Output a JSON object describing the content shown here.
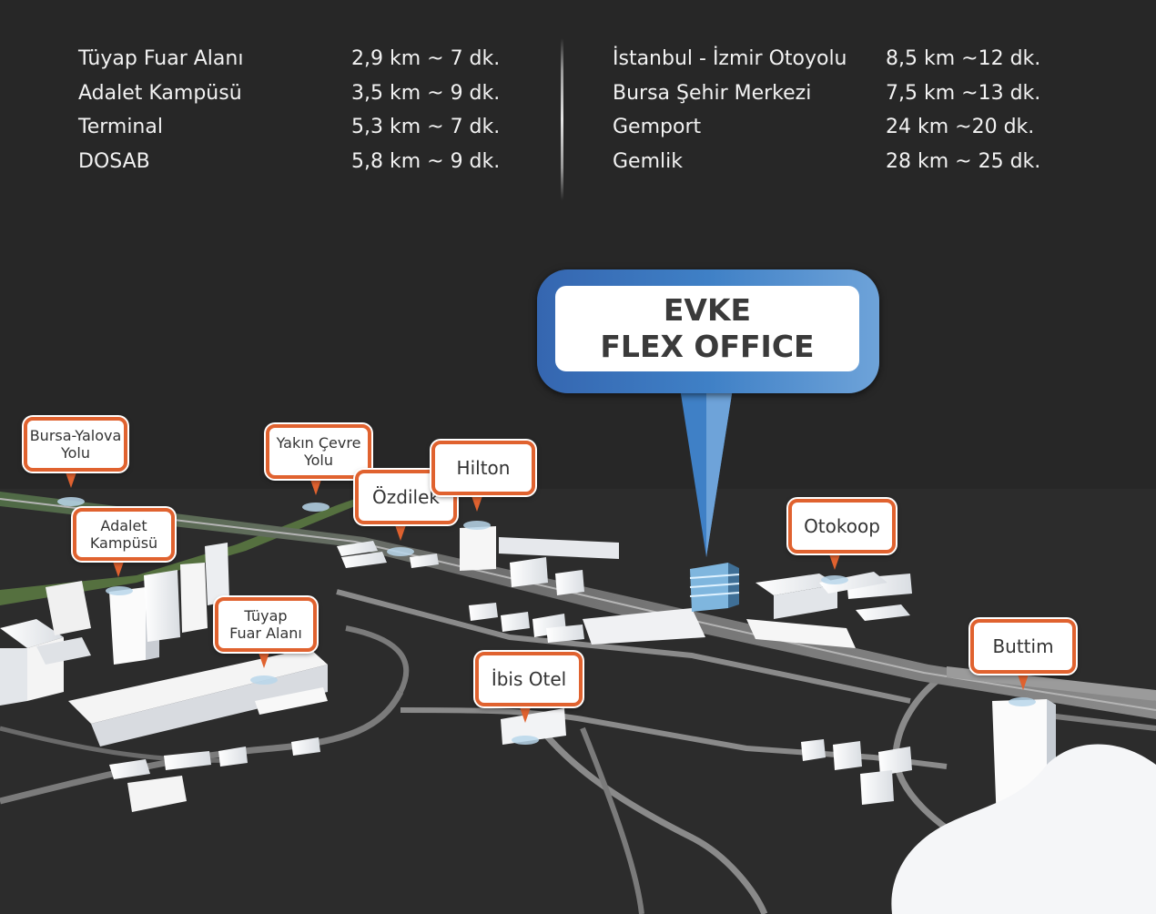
{
  "distances_left": [
    {
      "name": "Tüyap Fuar Alanı",
      "value": "2,9 km ~ 7 dk."
    },
    {
      "name": "Adalet Kampüsü",
      "value": "3,5 km ~ 9 dk."
    },
    {
      "name": "Terminal",
      "value": "5,3 km ~ 7 dk."
    },
    {
      "name": "DOSAB",
      "value": "5,8 km ~ 9 dk."
    }
  ],
  "distances_right": [
    {
      "name": "İstanbul - İzmir Otoyolu",
      "value": "8,5 km ~12 dk."
    },
    {
      "name": "Bursa Şehir Merkezi",
      "value": "7,5 km ~13 dk."
    },
    {
      "name": "Gemport",
      "value": "24 km ~20 dk."
    },
    {
      "name": "Gemlik",
      "value": "28 km ~ 25 dk."
    }
  ],
  "main_sign": {
    "line1": "EVKE",
    "line2": "FLEX OFFICE"
  },
  "landmarks": {
    "bursa_yalova": "Bursa-Yalova\nYolu",
    "adalet": "Adalet\nKampüsü",
    "tuyap": "Tüyap\nFuar Alanı",
    "yakin_cevre": "Yakın Çevre\nYolu",
    "ozdilek": "Özdilek",
    "hilton": "Hilton",
    "ibis": "İbis Otel",
    "otokoop": "Otokoop",
    "buttim": "Buttim"
  },
  "colors": {
    "background": "#272727",
    "callout_border": "#e0622f",
    "sign_blue": "#3f80c6",
    "map_ground": "#2b2b2b",
    "road": "#5a5a5a",
    "highway_green": "#4f6a45"
  }
}
